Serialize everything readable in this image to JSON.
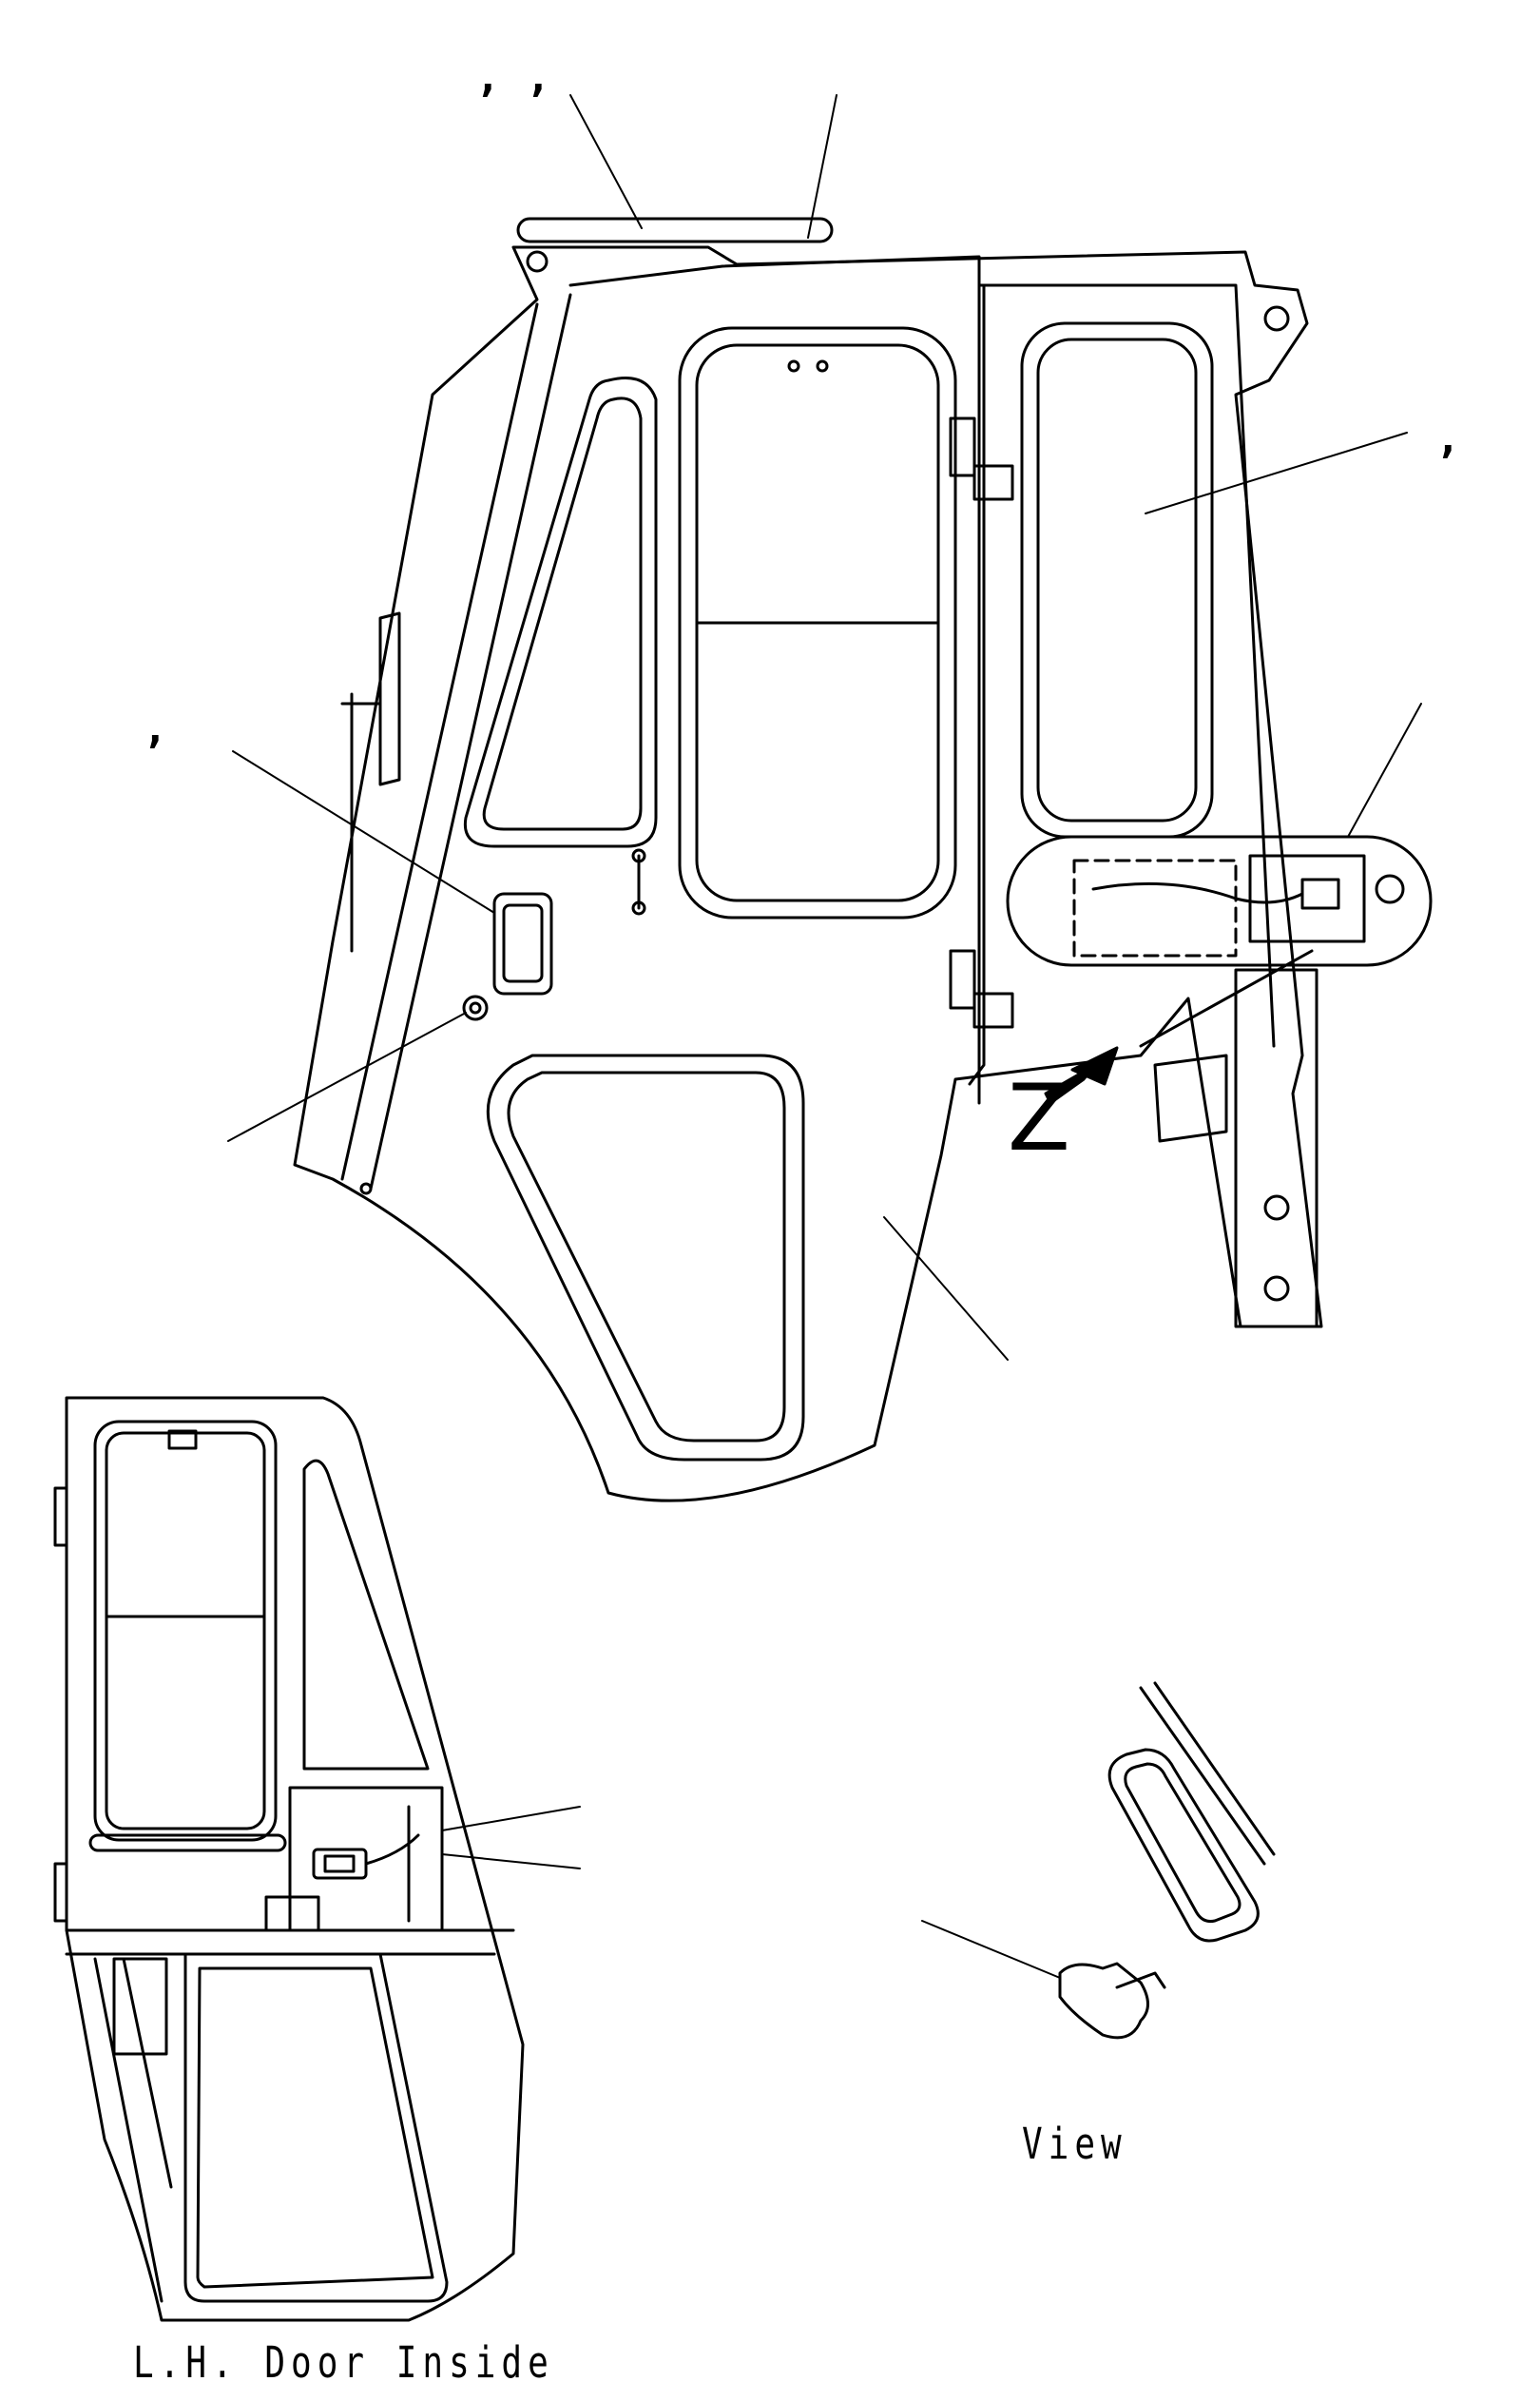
{
  "labels": {
    "top_commas": ",  ,",
    "right_comma": ",",
    "left_comma": ",",
    "view_z_letter": "Z"
  },
  "captions": {
    "view": "View",
    "lh_door_inside": "L.H. Door Inside"
  },
  "icons": [
    "view-arrow-icon"
  ]
}
